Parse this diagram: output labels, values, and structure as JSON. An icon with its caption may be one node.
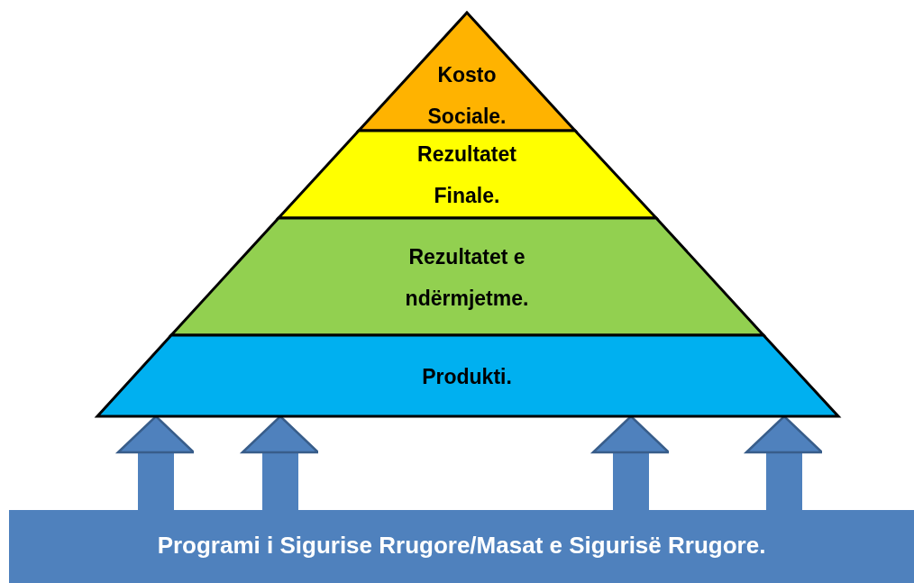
{
  "diagram": {
    "nodes": [
      {
        "text": [
          "Kosto Sociale."
        ]
      },
      {
        "text": [
          "Rezultatet Finale."
        ]
      },
      {
        "text": [
          "Rezultatet e ndërmjetme."
        ]
      },
      {
        "text": [
          "Produkti."
        ]
      },
      {
        "text": [
          "Programi i Sigurise Rrugore/Masat e Sigurisë Rrugore."
        ]
      }
    ],
    "edges": [
      {
        "from": 4,
        "to": 3,
        "arrow": "to"
      },
      {
        "from": 4,
        "to": 3,
        "arrow": "to"
      },
      {
        "from": 4,
        "to": 3,
        "arrow": "to"
      },
      {
        "from": 4,
        "to": 3,
        "arrow": "to"
      }
    ]
  }
}
